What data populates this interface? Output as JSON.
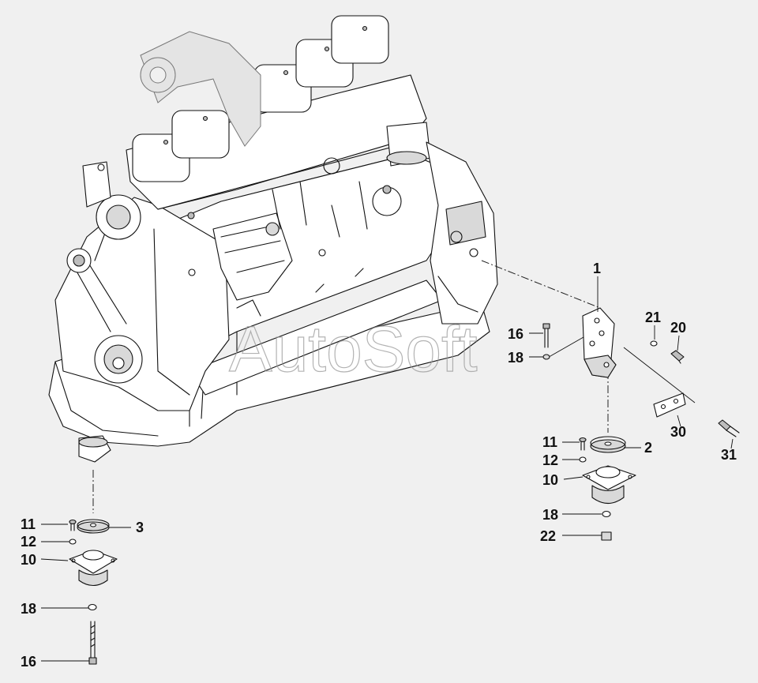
{
  "watermark": "AutoSoft",
  "callouts": [
    {
      "id": "c1",
      "text": "1"
    },
    {
      "id": "c21",
      "text": "21"
    },
    {
      "id": "c20",
      "text": "20"
    },
    {
      "id": "c16a",
      "text": "16"
    },
    {
      "id": "c18a",
      "text": "18"
    },
    {
      "id": "c30",
      "text": "30"
    },
    {
      "id": "c31",
      "text": "31"
    },
    {
      "id": "c11a",
      "text": "11"
    },
    {
      "id": "c2",
      "text": "2"
    },
    {
      "id": "c12a",
      "text": "12"
    },
    {
      "id": "c10a",
      "text": "10"
    },
    {
      "id": "c18b",
      "text": "18"
    },
    {
      "id": "c22",
      "text": "22"
    },
    {
      "id": "c11b",
      "text": "11"
    },
    {
      "id": "c3",
      "text": "3"
    },
    {
      "id": "c12b",
      "text": "12"
    },
    {
      "id": "c10b",
      "text": "10"
    },
    {
      "id": "c18c",
      "text": "18"
    },
    {
      "id": "c16b",
      "text": "16"
    }
  ]
}
